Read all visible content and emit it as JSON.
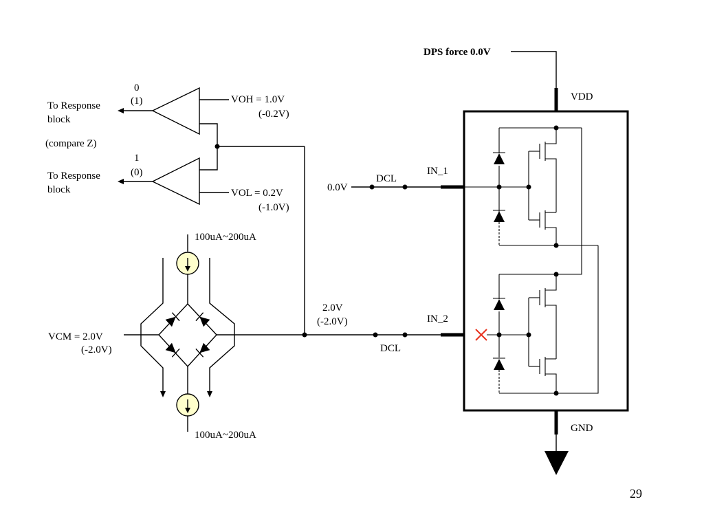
{
  "comparator_top": {
    "state_primary": "0",
    "state_secondary": "(1)",
    "reference_label": "VOH = 1.0V",
    "reference_alt": "(-0.2V)",
    "output_label_line1": "To Response",
    "output_label_line2": "block"
  },
  "compare_note": "(compare Z)",
  "comparator_bottom": {
    "state_primary": "1",
    "state_secondary": "(0)",
    "reference_label": "VOL = 0.2V",
    "reference_alt": "(-1.0V)",
    "output_label_line1": "To Response",
    "output_label_line2": "block"
  },
  "load": {
    "source_top_label": "100uA~200uA",
    "source_bottom_label": "100uA~200uA",
    "vcm_label": "VCM = 2.0V",
    "vcm_alt": "(-2.0V)"
  },
  "dps": {
    "force_label": "DPS force  0.0V",
    "vdd_label": "VDD",
    "gnd_label": "GND"
  },
  "in1": {
    "drive_voltage": "0.0V",
    "driver_label": "DCL",
    "pin_label": "IN_1"
  },
  "in2": {
    "voltage": "2.0V",
    "voltage_alt": "(-2.0V)",
    "driver_label": "DCL",
    "pin_label": "IN_2",
    "fault_color": "#e8321e"
  },
  "colors": {
    "current_source_fill": "#ffffcc"
  },
  "page_number": "29"
}
